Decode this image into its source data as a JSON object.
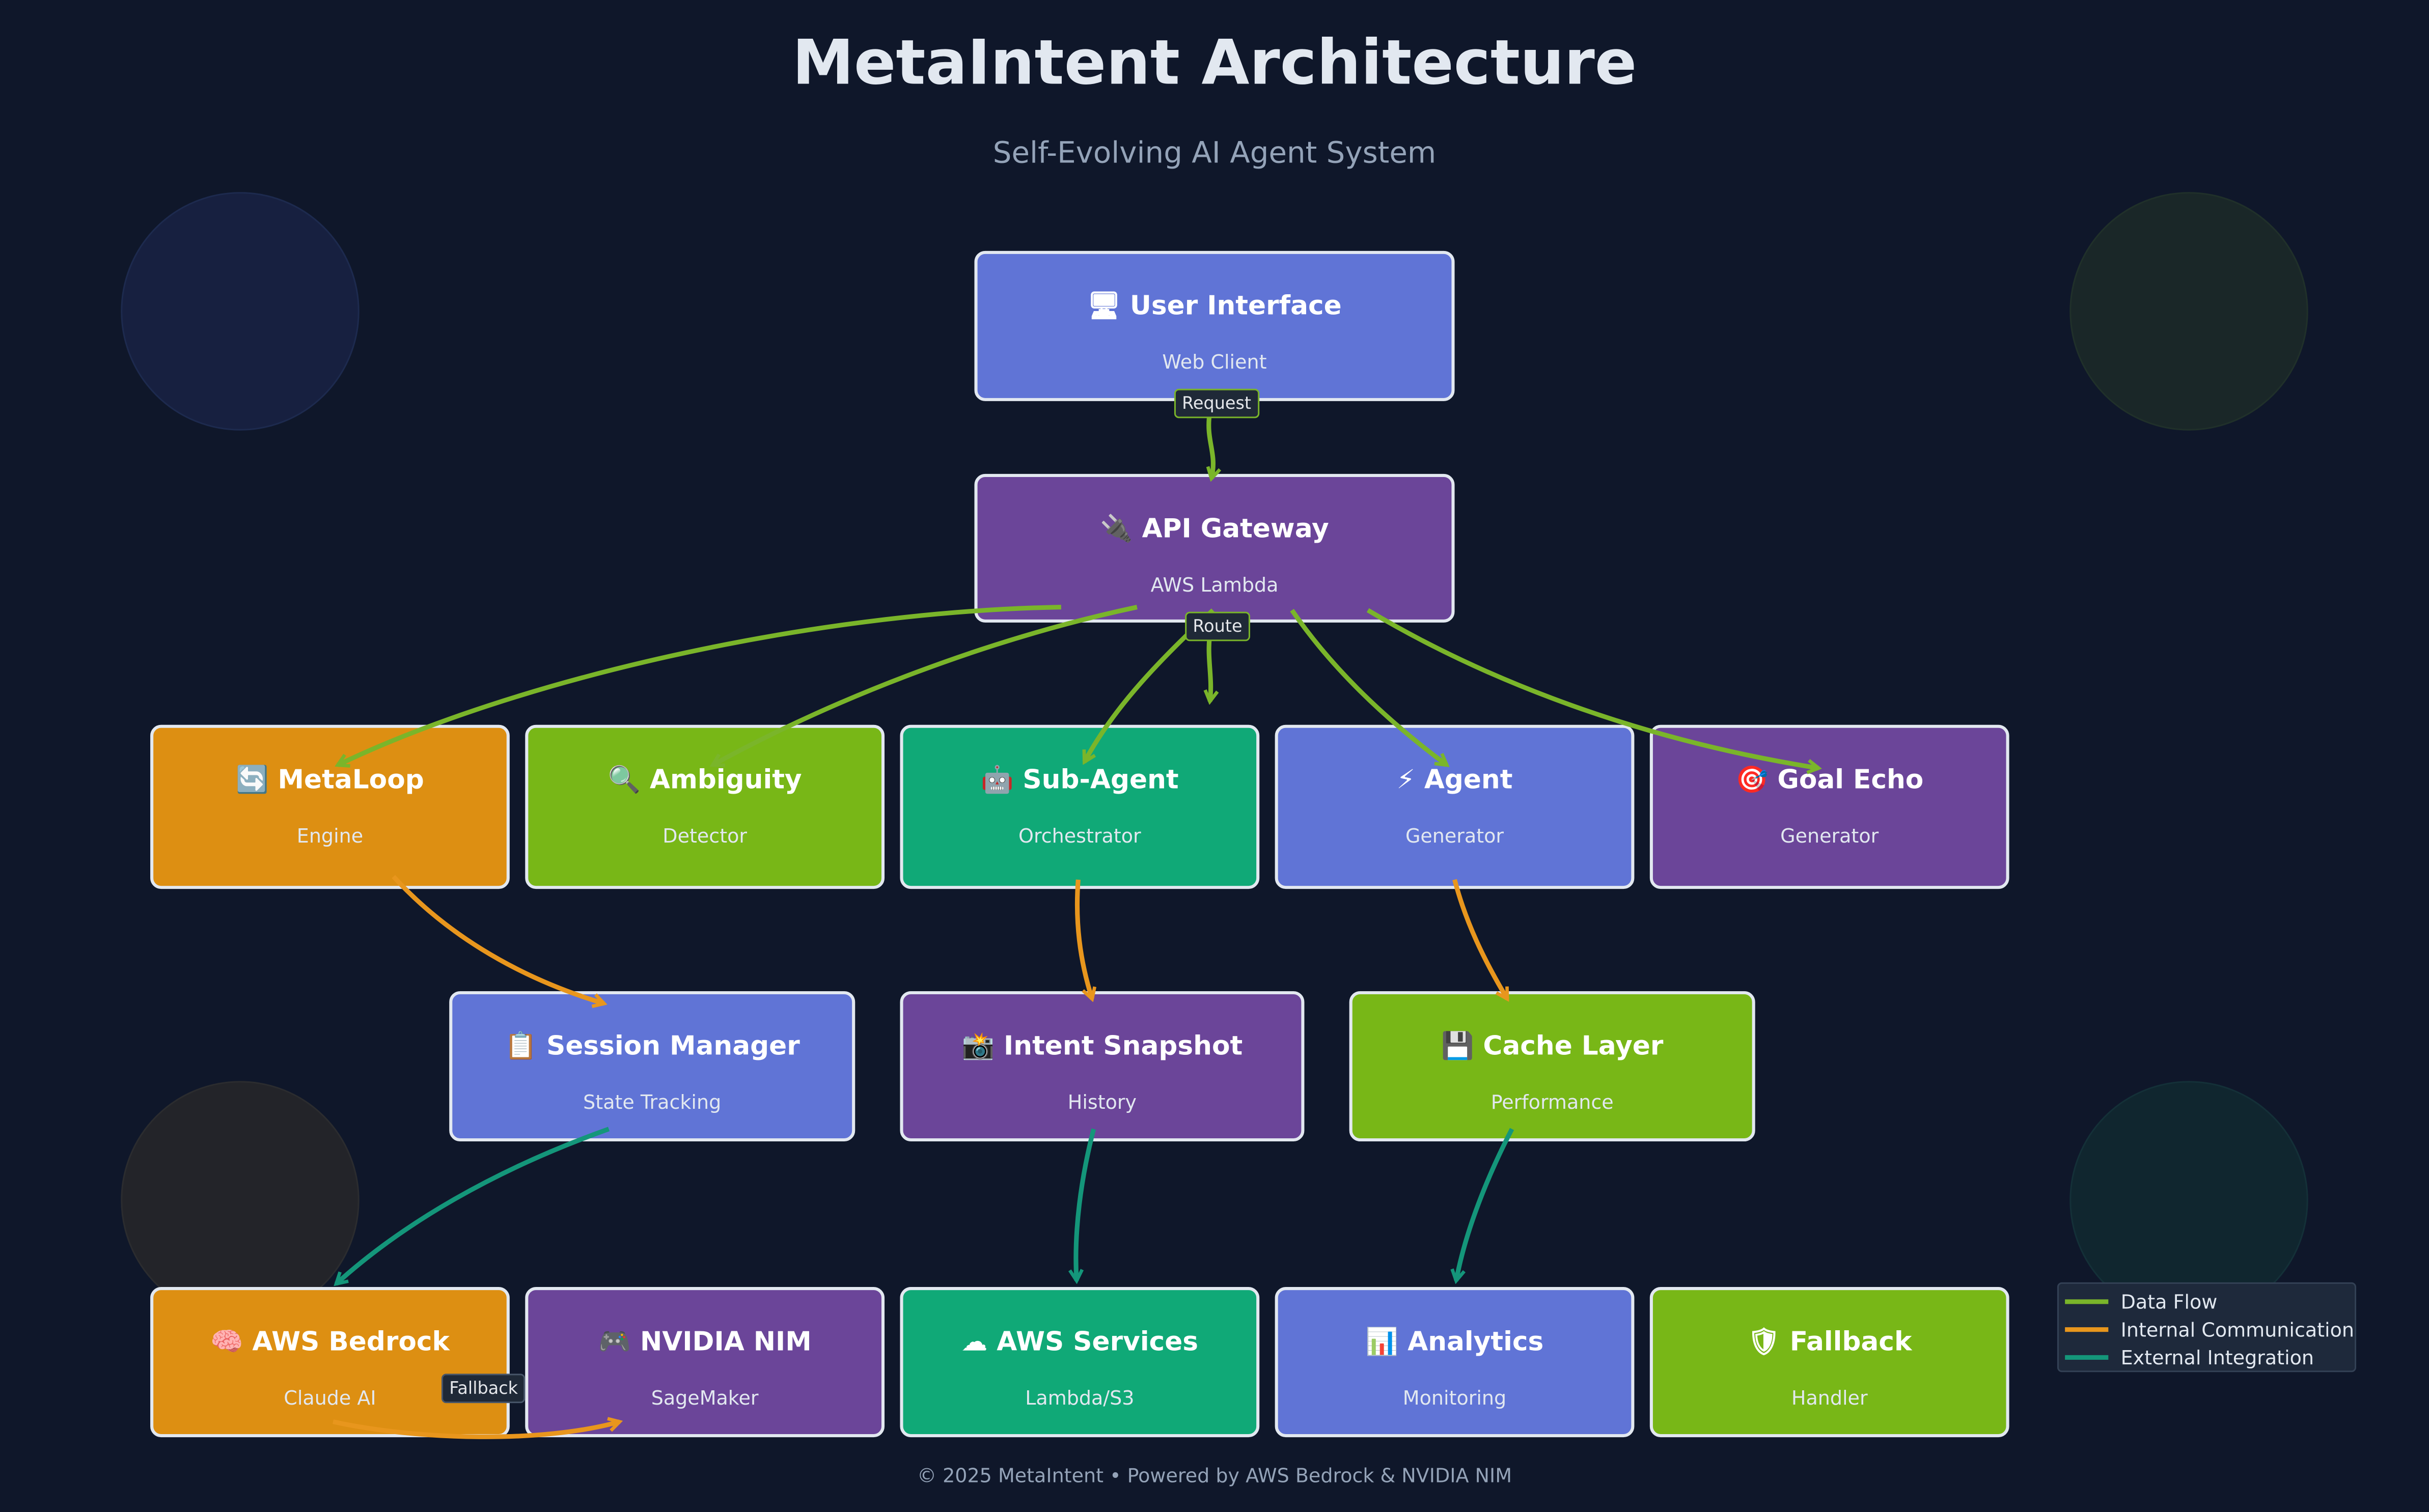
{
  "title": "MetaIntent Architecture",
  "subtitle": "Self-Evolving AI Agent System",
  "colors": {
    "background": "#0f172a",
    "data_flow": "#7ab52a",
    "internal_communication": "#e8961d",
    "external_integration": "#14967a",
    "node_blue": "#6074d6",
    "node_purple": "#6b4599",
    "node_orange": "#dd8f12",
    "node_lime": "#78b717",
    "node_teal": "#10a977"
  },
  "nodes": {
    "user_interface": {
      "icon": "user-icon",
      "title": "🖥 User Interface",
      "subtitle": "Web Client"
    },
    "api_gateway": {
      "icon": "gateway-icon",
      "title": "🔌 API Gateway",
      "subtitle": "AWS Lambda"
    },
    "metaloop": {
      "icon": "loop-icon",
      "title": "🔄 MetaLoop",
      "subtitle": "Engine"
    },
    "ambiguity": {
      "icon": "question-icon",
      "title": "🔍 Ambiguity",
      "subtitle": "Detector"
    },
    "sub_agent": {
      "icon": "robot-icon",
      "title": "🤖 Sub-Agent",
      "subtitle": "Orchestrator"
    },
    "agent": {
      "icon": "lightning-icon",
      "title": "⚡ Agent",
      "subtitle": "Generator"
    },
    "goal_echo": {
      "icon": "target-icon",
      "title": "🎯 Goal Echo",
      "subtitle": "Generator"
    },
    "session_manager": {
      "icon": "session-icon",
      "title": "📋 Session Manager",
      "subtitle": "State Tracking"
    },
    "intent_snapshot": {
      "icon": "camera-icon",
      "title": "📸 Intent Snapshot",
      "subtitle": "History"
    },
    "cache_layer": {
      "icon": "cache-icon",
      "title": "💾 Cache Layer",
      "subtitle": "Performance"
    },
    "aws_bedrock": {
      "icon": "brain-icon",
      "title": "🧠 AWS Bedrock",
      "subtitle": "Claude AI"
    },
    "nvidia_nim": {
      "icon": "chip-icon",
      "title": "🎮 NVIDIA NIM",
      "subtitle": "SageMaker"
    },
    "aws_services": {
      "icon": "cloud-icon",
      "title": "☁ AWS Services",
      "subtitle": "Lambda/S3"
    },
    "analytics": {
      "icon": "chart-icon",
      "title": "📊 Analytics",
      "subtitle": "Monitoring"
    },
    "fallback": {
      "icon": "shield-icon",
      "title": "🛡 Fallback",
      "subtitle": "Handler"
    }
  },
  "edge_labels": {
    "request": "Request",
    "route": "Route",
    "fallback": "Fallback"
  },
  "legend": [
    {
      "label": "Data Flow",
      "color": "#7ab52a"
    },
    {
      "label": "Internal Communication",
      "color": "#e8961d"
    },
    {
      "label": "External Integration",
      "color": "#14967a"
    }
  ],
  "footer": "© 2025 MetaIntent • Powered by AWS Bedrock & NVIDIA NIM"
}
